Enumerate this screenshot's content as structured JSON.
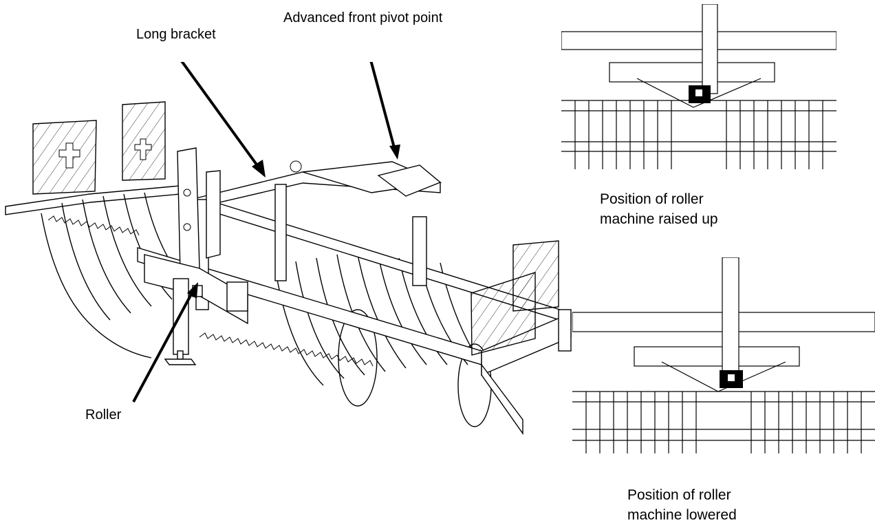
{
  "callouts": {
    "advanced_pivot": "Advanced front pivot point",
    "long_bracket": "Long bracket",
    "roller": "Roller"
  },
  "captions": {
    "raised": [
      "Position of roller",
      "machine raised up"
    ],
    "lowered": [
      "Position of roller",
      "machine lowered"
    ]
  }
}
